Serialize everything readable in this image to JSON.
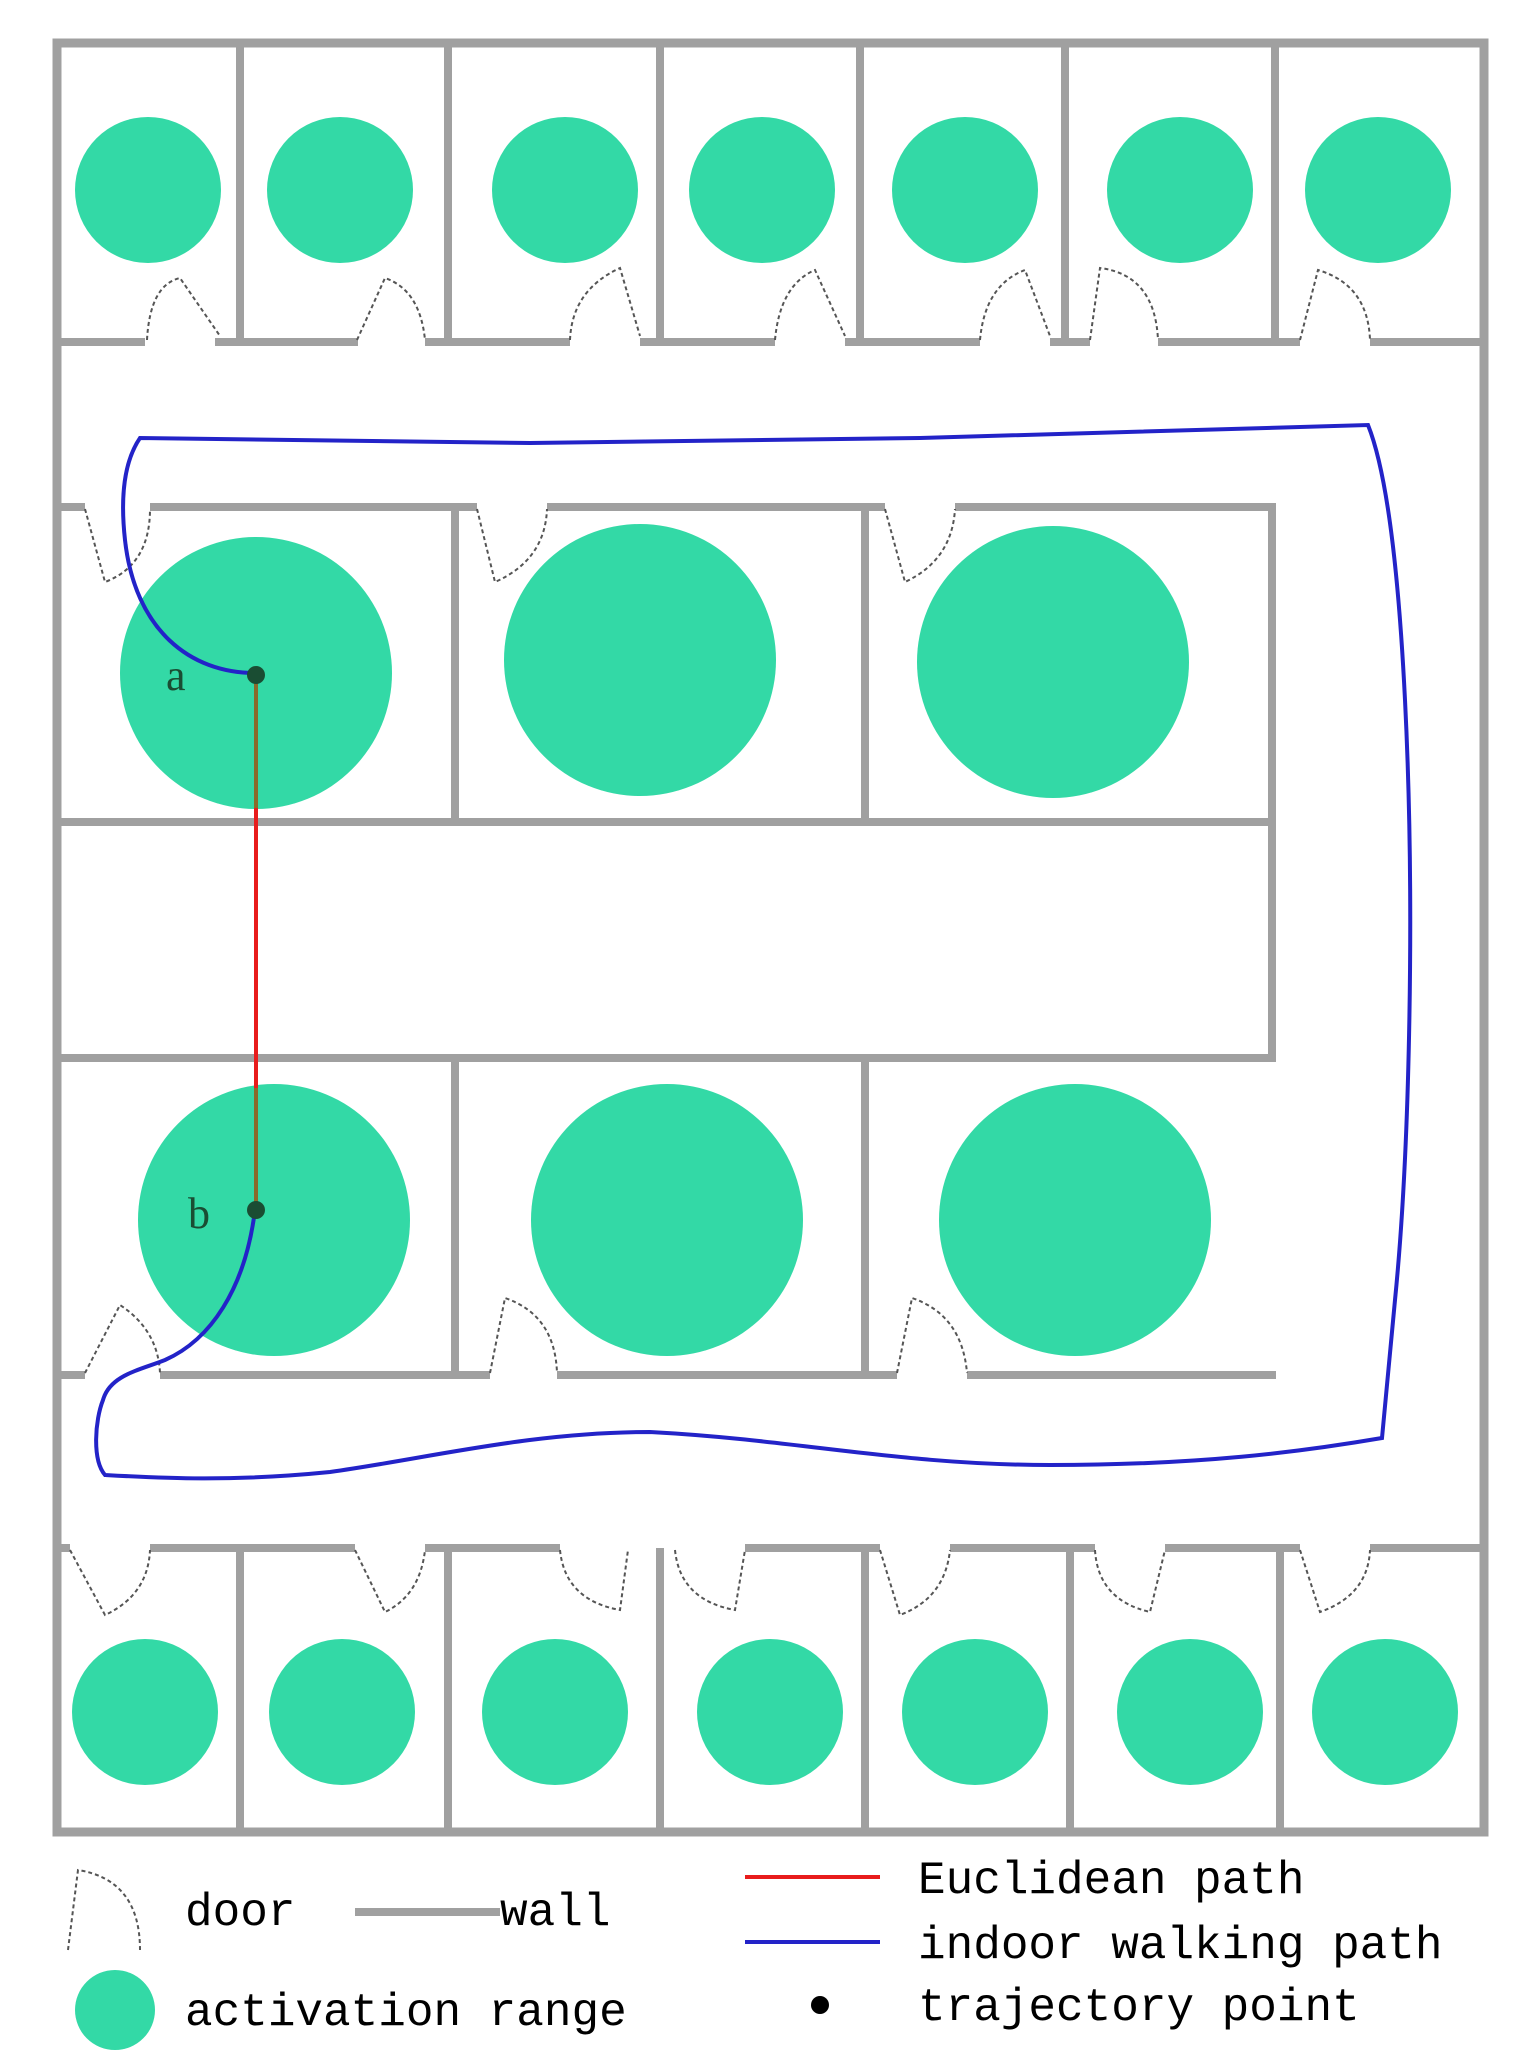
{
  "colors": {
    "wall": "#a0a0a0",
    "activation": "#33d9a6",
    "euclidean": "#e81c1c",
    "walking": "#2323c8",
    "trajectory_point": "#1a4d33",
    "door": "#555555"
  },
  "points": {
    "a": {
      "label": "a"
    },
    "b": {
      "label": "b"
    }
  },
  "legend": {
    "door": "door",
    "wall": "wall",
    "activation": "activation range",
    "euclidean": "Euclidean path",
    "walking": "indoor walking path",
    "trajectory": "trajectory point"
  }
}
